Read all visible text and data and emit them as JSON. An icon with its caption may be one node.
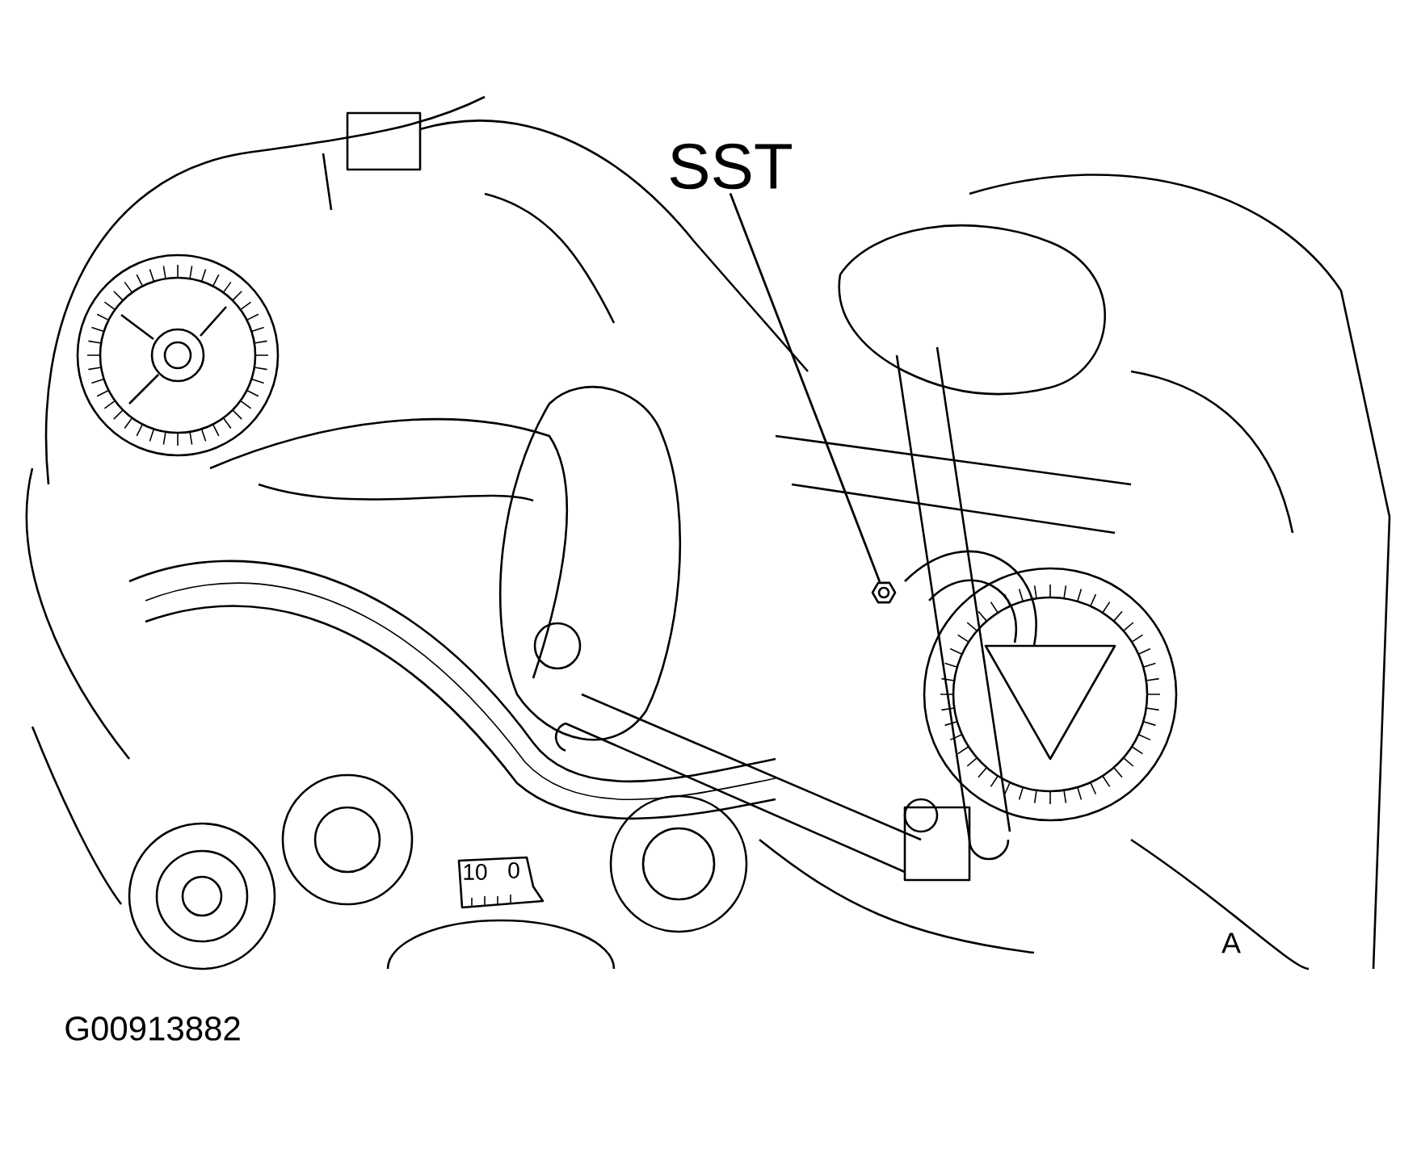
{
  "diagram": {
    "caption": "G00913882",
    "nodes": [
      {
        "text": [
          "SST"
        ]
      },
      {
        "text": [],
        "shape": "picture"
      }
    ],
    "edges": [
      {
        "from": 0,
        "to": 1,
        "arrow": "none"
      }
    ],
    "labels": [
      "10",
      "0",
      "A"
    ]
  }
}
